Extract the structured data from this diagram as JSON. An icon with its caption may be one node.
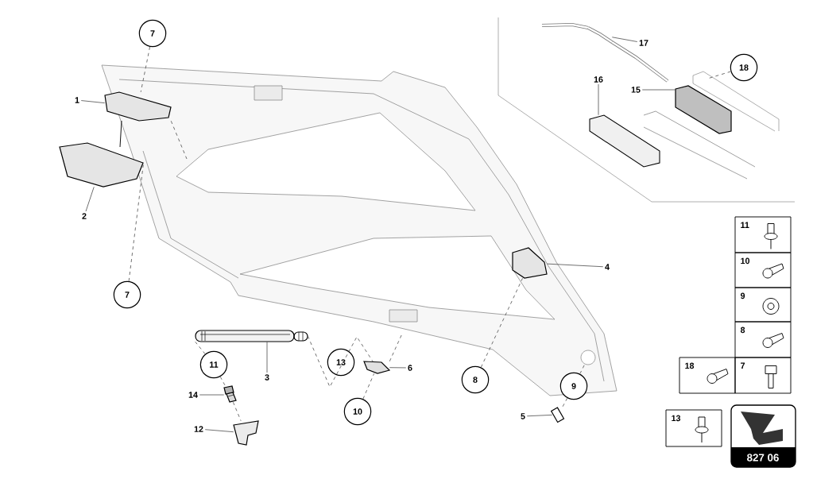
{
  "diagram": {
    "nodes": [
      {
        "text": [
          "7"
        ]
      },
      {
        "text": [
          "1"
        ]
      },
      {
        "text": [
          "2"
        ]
      },
      {
        "text": [
          "7"
        ]
      },
      {
        "text": [
          "17"
        ]
      },
      {
        "text": [
          "18"
        ]
      },
      {
        "text": [
          "16"
        ]
      },
      {
        "text": [
          "15"
        ]
      },
      {
        "text": [
          "4"
        ]
      },
      {
        "text": [
          "11"
        ]
      },
      {
        "text": [
          "3"
        ]
      },
      {
        "text": [
          "13"
        ]
      },
      {
        "text": [
          "6"
        ]
      },
      {
        "text": [
          "8"
        ]
      },
      {
        "text": [
          "9"
        ]
      },
      {
        "text": [
          "14"
        ]
      },
      {
        "text": [
          "12"
        ]
      },
      {
        "text": [
          "10"
        ]
      },
      {
        "text": [
          "5"
        ]
      },
      {
        "text": [],
        "shape": "picture"
      },
      {
        "text": [],
        "shape": "picture"
      },
      {
        "text": [],
        "shape": "picture"
      },
      {
        "text": [],
        "shape": "picture"
      },
      {
        "text": [],
        "shape": "picture"
      },
      {
        "text": [],
        "shape": "picture"
      },
      {
        "text": [],
        "shape": "picture"
      },
      {
        "text": [],
        "shape": "circle"
      },
      {
        "text": [],
        "shape": "picture"
      },
      {
        "text": [],
        "shape": "picture"
      },
      {
        "text": [],
        "shape": "picture"
      },
      {
        "text": [],
        "shape": "picture"
      },
      {
        "text": [],
        "shape": "picture"
      }
    ],
    "edges": [
      {
        "from": 0,
        "to": 19,
        "arrow": "none",
        "style": "dashed"
      },
      {
        "from": 1,
        "to": 19,
        "arrow": "none"
      },
      {
        "from": 2,
        "to": 20,
        "arrow": "none"
      },
      {
        "from": 3,
        "to": 20,
        "arrow": "none",
        "style": "dashed"
      },
      {
        "from": 4,
        "to": 28,
        "arrow": "none"
      },
      {
        "from": 5,
        "to": 31,
        "arrow": "none",
        "style": "dashed"
      },
      {
        "from": 6,
        "to": 29,
        "arrow": "none"
      },
      {
        "from": 7,
        "to": 30,
        "arrow": "none"
      },
      {
        "from": 8,
        "to": 25,
        "arrow": "none"
      },
      {
        "from": 9,
        "to": 21,
        "arrow": "none",
        "style": "dashed"
      },
      {
        "from": 9,
        "to": 22,
        "arrow": "none",
        "style": "dashed"
      },
      {
        "from": 10,
        "to": 21,
        "arrow": "none"
      },
      {
        "from": 12,
        "to": 24,
        "arrow": "none"
      },
      {
        "from": 13,
        "to": 25,
        "arrow": "none",
        "style": "dashed"
      },
      {
        "from": 14,
        "to": 26,
        "arrow": "none",
        "style": "dashed"
      },
      {
        "from": 14,
        "to": 27,
        "arrow": "none",
        "style": "dashed"
      },
      {
        "from": 15,
        "to": 22,
        "arrow": "none"
      },
      {
        "from": 16,
        "to": 23,
        "arrow": "none"
      },
      {
        "from": 17,
        "to": 24,
        "arrow": "none",
        "style": "dashed"
      },
      {
        "from": 18,
        "to": 27,
        "arrow": "none"
      },
      {
        "from": 21,
        "to": 24,
        "arrow": "none",
        "style": "dashed"
      },
      {
        "from": 22,
        "to": 23,
        "arrow": "none",
        "style": "dashed"
      },
      {
        "from": 19,
        "to": null,
        "arrow": "none",
        "style": "dashed"
      },
      {
        "from": 24,
        "to": null,
        "arrow": "none",
        "style": "dashed"
      }
    ],
    "labels": [
      "11",
      "10",
      "9",
      "8",
      "18",
      "7",
      "13",
      "827 06"
    ]
  }
}
